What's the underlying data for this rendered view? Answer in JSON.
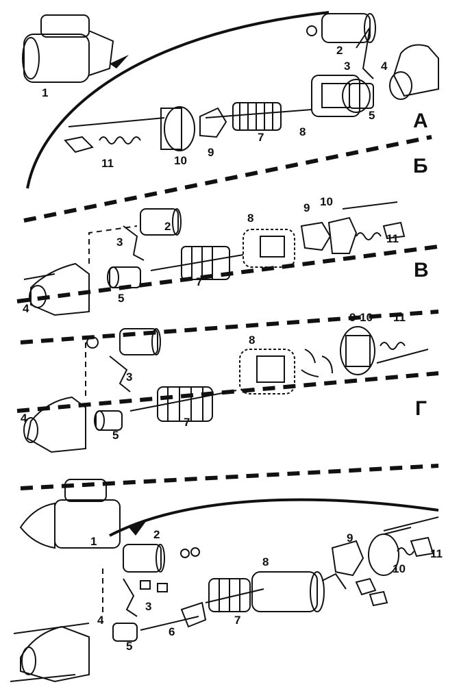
{
  "diagram": {
    "sections": [
      {
        "letter": "А"
      },
      {
        "letter": "Б"
      },
      {
        "letter": "В"
      },
      {
        "letter": "Г"
      }
    ],
    "labels": {
      "a": [
        "1",
        "2",
        "3",
        "4",
        "5",
        "7",
        "8",
        "9",
        "10",
        "11"
      ],
      "b": [
        "2",
        "3",
        "4",
        "5",
        "7",
        "8",
        "9",
        "10",
        "11"
      ],
      "g": [
        "3",
        "4",
        "5",
        "7",
        "8",
        "9-10",
        "11"
      ],
      "d": [
        "1",
        "2",
        "3",
        "4",
        "5",
        "6",
        "7",
        "8",
        "9",
        "10",
        "11"
      ]
    },
    "colors": {
      "ink": "#111111",
      "paper": "#ffffff"
    }
  }
}
